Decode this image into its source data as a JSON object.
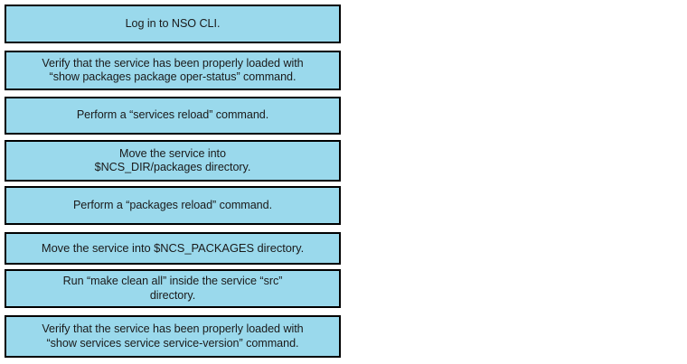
{
  "diagram": {
    "type": "drag-and-drop-ordering",
    "title": "",
    "colors": {
      "source_fill": "#9ad9ec",
      "target_fill": "#ffee00",
      "border": "#000000",
      "text": "#1a1a1a",
      "background": "#ffffff"
    },
    "source_column": {
      "name": "draggable-steps",
      "items": [
        {
          "id": 1,
          "label": "Log in to NSO CLI."
        },
        {
          "id": 2,
          "label": "Verify that the service has been properly loaded with\n“show packages package oper-status” command."
        },
        {
          "id": 3,
          "label": "Perform a “services reload” command."
        },
        {
          "id": 4,
          "label": "Move the service into\n$NCS_DIR/packages directory."
        },
        {
          "id": 5,
          "label": "Perform a “packages reload” command."
        },
        {
          "id": 6,
          "label": "Move the service into $NCS_PACKAGES directory."
        },
        {
          "id": 7,
          "label": "Run “make clean all” inside the service “src”\ndirectory."
        },
        {
          "id": 8,
          "label": "Verify that the service has been properly loaded with\n“show services service service-version” command."
        }
      ]
    },
    "target_column": {
      "name": "drop-targets",
      "items": [
        {
          "id": 1,
          "label": ""
        },
        {
          "id": 2,
          "label": ""
        },
        {
          "id": 3,
          "label": ""
        },
        {
          "id": 4,
          "label": ""
        },
        {
          "id": 5,
          "label": ""
        }
      ]
    }
  }
}
